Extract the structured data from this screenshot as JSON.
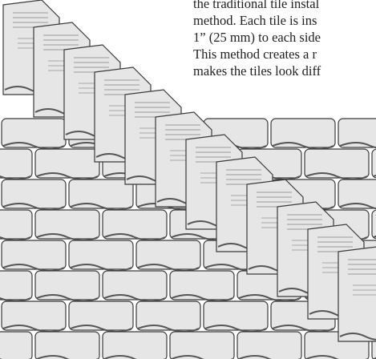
{
  "paragraph": {
    "lines": [
      "the traditional tile instal",
      "method. Each tile is ins",
      "1” (25 mm) to each side",
      "This method creates a r",
      "makes the tiles look diff"
    ]
  },
  "figure": {
    "label": "tile-installation-diagram",
    "tile_fill": "#e6e6e6",
    "tile_stroke": "#3a3a3a",
    "edge_stroke": "#555555"
  }
}
